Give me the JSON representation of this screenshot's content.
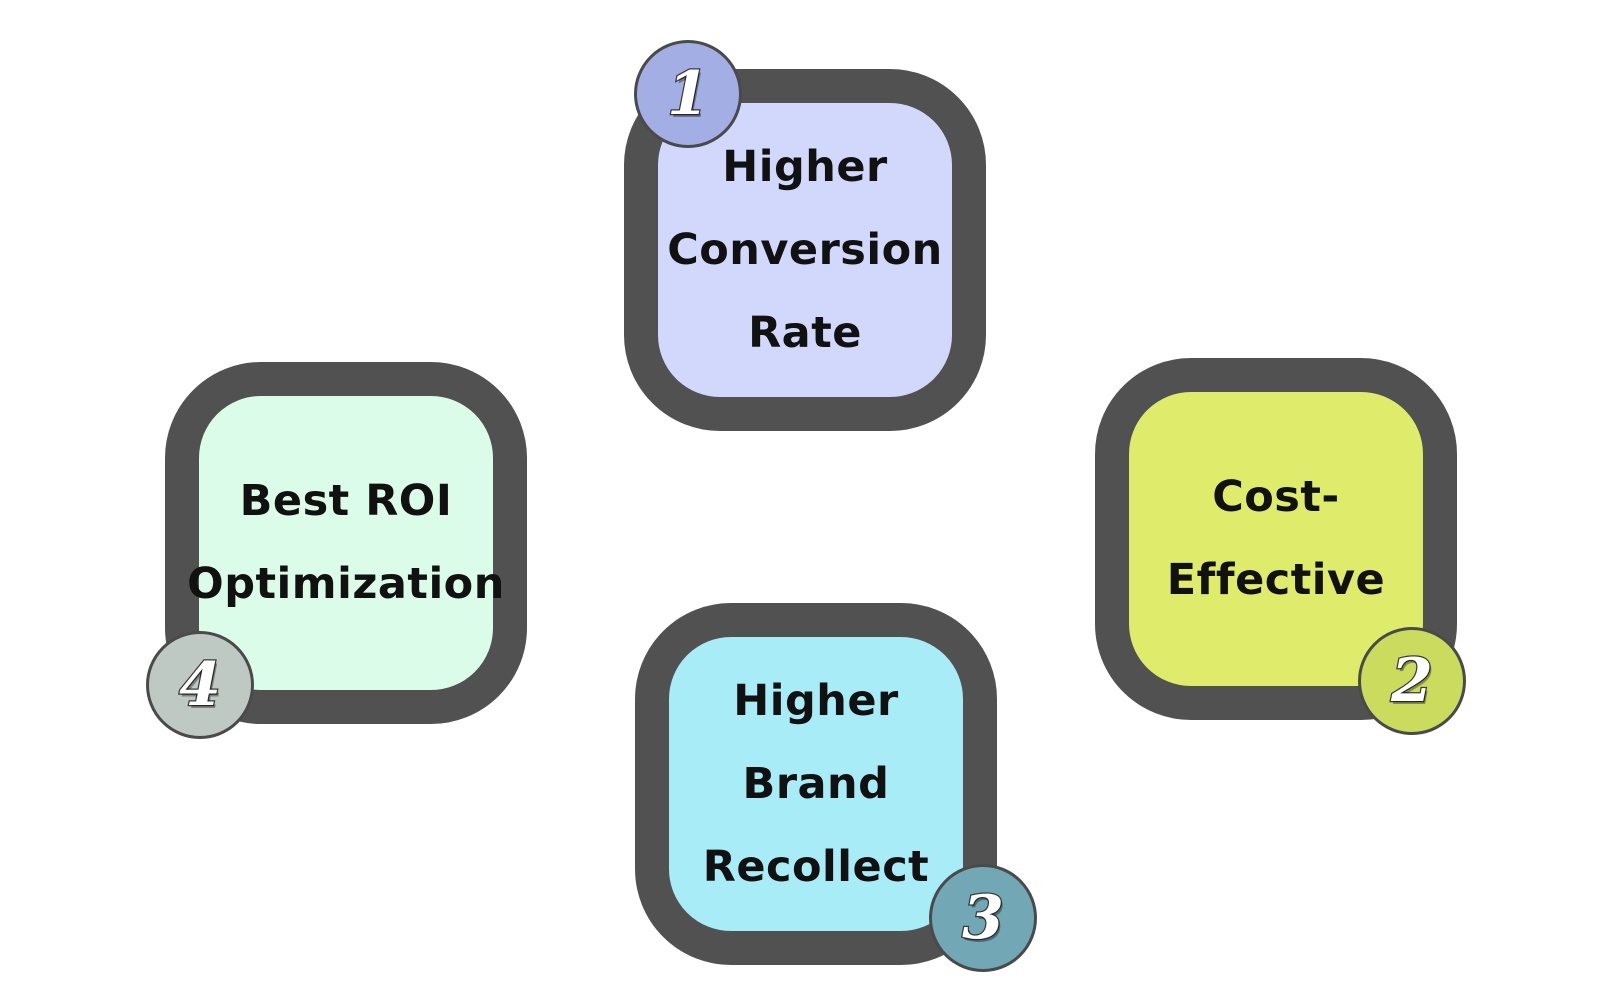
{
  "diagram": {
    "items": [
      {
        "number": "1",
        "label": "Higher\nConversion\nRate",
        "fill_color": "#d1d8fb",
        "badge_color": "#a3aee4"
      },
      {
        "number": "2",
        "label": "Cost-\nEffective",
        "fill_color": "#dfeb6a",
        "badge_color": "#cbdb5e"
      },
      {
        "number": "3",
        "label": "Higher\nBrand\nRecollect",
        "fill_color": "#a8ecf7",
        "badge_color": "#72a8b6"
      },
      {
        "number": "4",
        "label": "Best ROI\nOptimization",
        "fill_color": "#dcfcea",
        "badge_color": "#bfc9c3"
      }
    ],
    "border_color": "#515151"
  }
}
